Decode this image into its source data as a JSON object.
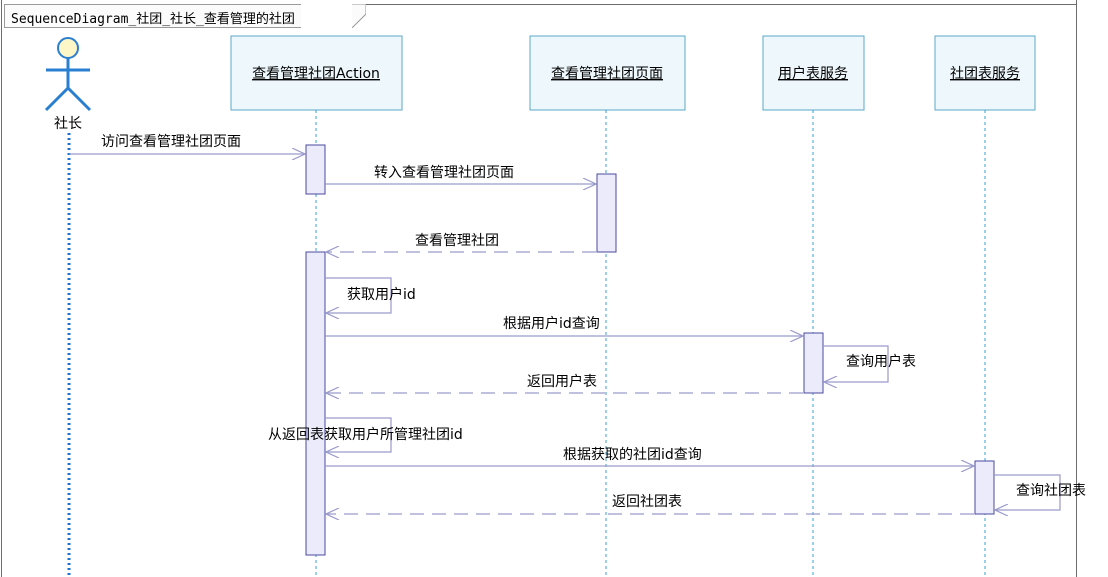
{
  "frame": {
    "title": "SequenceDiagram_社团_社长_查看管理的社团"
  },
  "actor": {
    "name": "社长",
    "icon": "stick-figure-actor-icon"
  },
  "lifelines": [
    {
      "id": "action",
      "label": "查看管理社团Action"
    },
    {
      "id": "page",
      "label": "查看管理社团页面"
    },
    {
      "id": "user_svc",
      "label": "用户表服务"
    },
    {
      "id": "club_svc",
      "label": "社团表服务"
    }
  ],
  "messages": [
    {
      "label": "访问查看管理社团页面",
      "from": "actor",
      "to": "action",
      "kind": "sync"
    },
    {
      "label": "转入查看管理社团页面",
      "from": "action",
      "to": "page",
      "kind": "sync"
    },
    {
      "label": "查看管理社团",
      "from": "page",
      "to": "action",
      "kind": "return"
    },
    {
      "label": "获取用户id",
      "from": "action",
      "to": "action",
      "kind": "self"
    },
    {
      "label": "根据用户id查询",
      "from": "action",
      "to": "user_svc",
      "kind": "sync"
    },
    {
      "label": "查询用户表",
      "from": "user_svc",
      "to": "user_svc",
      "kind": "self"
    },
    {
      "label": "返回用户表",
      "from": "user_svc",
      "to": "action",
      "kind": "return"
    },
    {
      "label": "从返回表获取用户所管理社团id",
      "from": "action",
      "to": "action",
      "kind": "self"
    },
    {
      "label": "根据获取的社团id查询",
      "from": "action",
      "to": "club_svc",
      "kind": "sync"
    },
    {
      "label": "查询社团表",
      "from": "club_svc",
      "to": "club_svc",
      "kind": "self"
    },
    {
      "label": "返回社团表",
      "from": "club_svc",
      "to": "action",
      "kind": "return"
    }
  ],
  "colors": {
    "lifeline_box_fill": "#eef8fc",
    "lifeline_box_border": "#5aa9c8",
    "lifeline_dash": "#3aa0d0",
    "activation_fill": "#ecebfb",
    "activation_border": "#4a4a9c",
    "message_line": "#9a9acc",
    "actor_head": "#fdf7c8",
    "actor_body": "#2a7fd0",
    "actor_lifeline": "#1a6fd0"
  }
}
